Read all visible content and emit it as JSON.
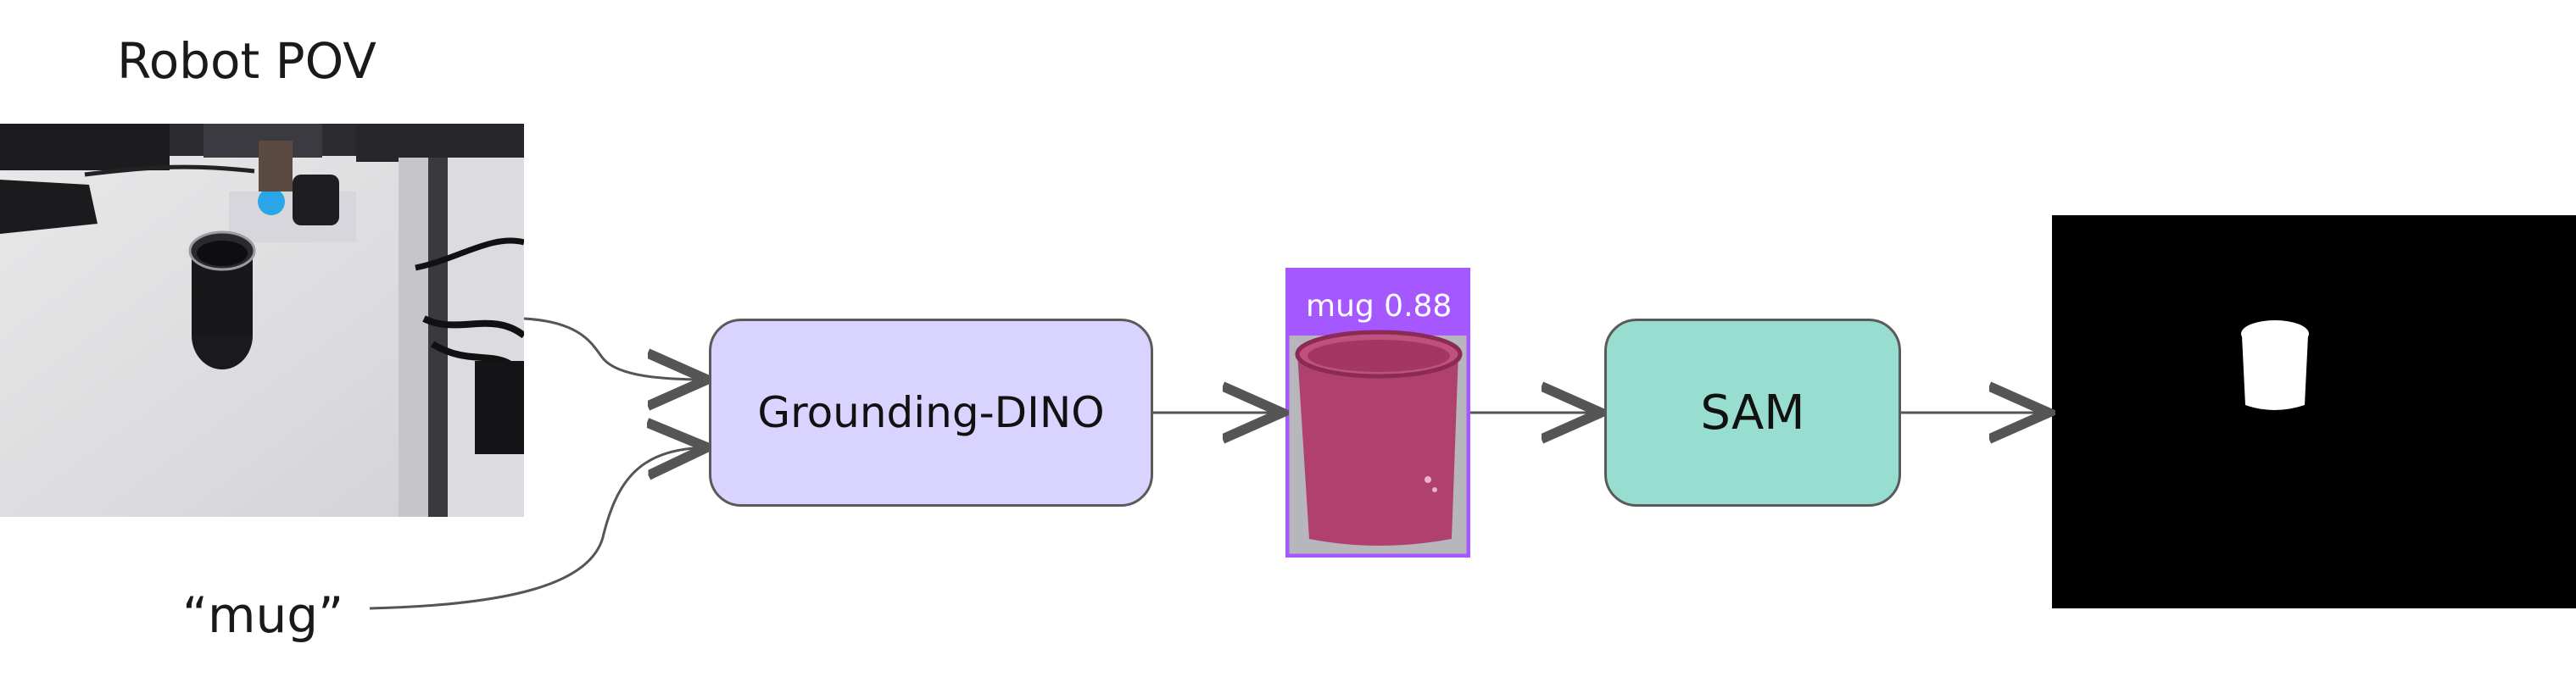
{
  "title": "Robot POV",
  "prompt": "“mug”",
  "nodes": {
    "grounding_dino": "Grounding-DINO",
    "sam": "SAM"
  },
  "detection": {
    "label": "mug 0.88",
    "color": "#a558ff"
  },
  "colors": {
    "dino_fill": "#d9d3ff",
    "sam_fill": "#98ded0",
    "arrow": "#555555"
  }
}
